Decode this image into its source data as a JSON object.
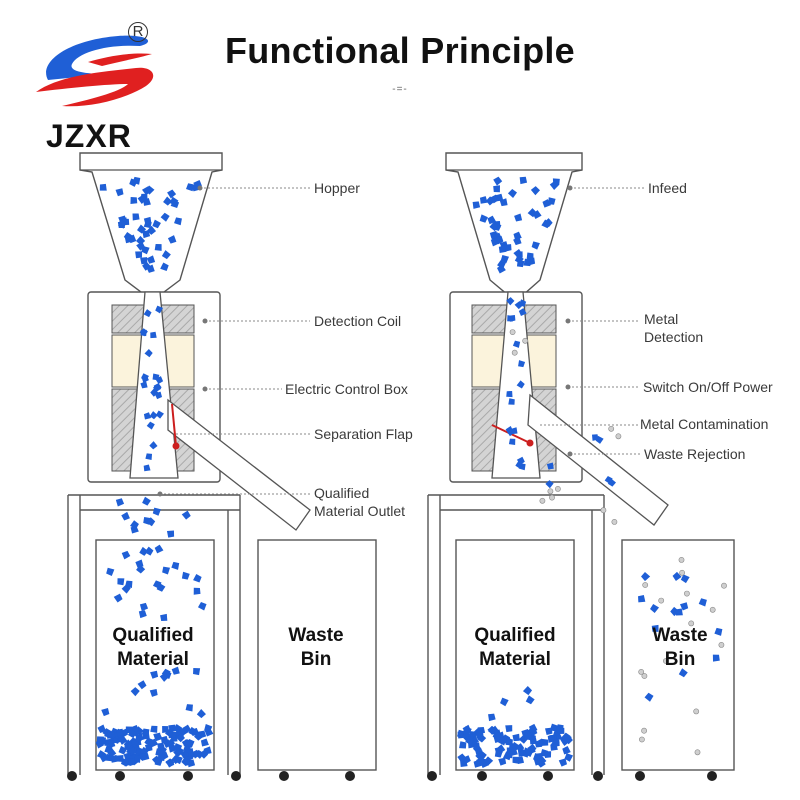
{
  "brand": {
    "logo_text": "JZXR",
    "reg_mark": "R"
  },
  "title": "Functional Principle",
  "title_mark": "-=-",
  "left_panel": {
    "labels": {
      "hopper": "Hopper",
      "detection_coil": "Detection Coil",
      "electric_control_box": "Electric Control Box",
      "separation_flap": "Separation Flap",
      "qualified_outlet_1": "Qualified",
      "qualified_outlet_2": "Material Outlet"
    },
    "bins": {
      "qualified_1": "Qualified",
      "qualified_2": "Material",
      "waste_1": "Waste",
      "waste_2": "Bin"
    }
  },
  "right_panel": {
    "labels": {
      "infeed": "Infeed",
      "metal_detection_1": "Metal",
      "metal_detection_2": "Detection",
      "switch_power": "Switch On/Off Power",
      "metal_contamination": "Metal Contamination",
      "waste_rejection": "Waste Rejection"
    },
    "bins": {
      "qualified_1": "Qualified",
      "qualified_2": "Material",
      "waste_1": "Waste",
      "waste_2": "Bin"
    }
  },
  "colors": {
    "particle": "#1f5fd6",
    "flap": "#cc1f1f",
    "line": "#666666",
    "coil_fill": "#cfcfcf",
    "box_fill": "#fbf3dc",
    "logo_blue": "#1f5fd6",
    "logo_red": "#e02020"
  }
}
